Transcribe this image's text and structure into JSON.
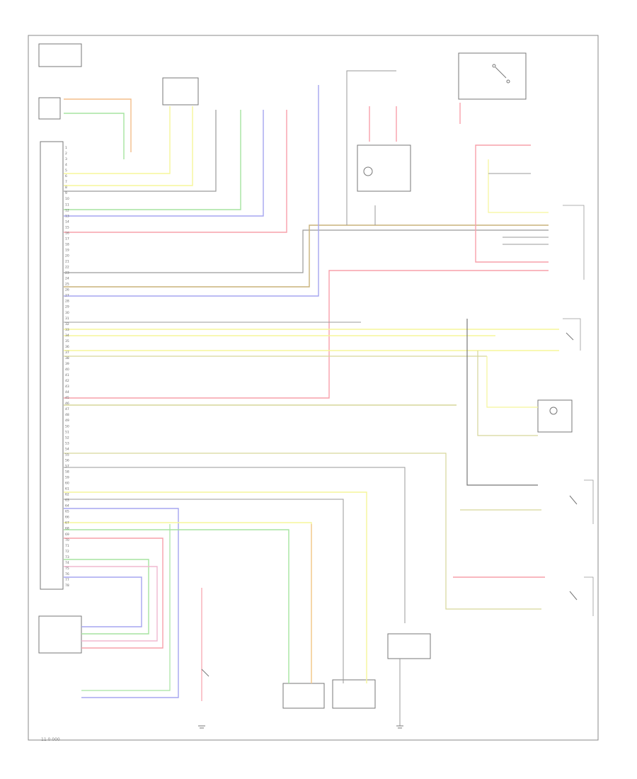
{
  "colors": {
    "red": "#f7a0aa",
    "yellow": "#f5f59a",
    "green": "#a6e3a0",
    "blue": "#a6a6f0",
    "orange": "#f3bd8a",
    "gray": "#9a9a9a",
    "brown": "#c9b27a",
    "olive": "#d6d69a",
    "pink": "#f0b8cf",
    "dark": "#777777"
  },
  "connector_pins": [
    "1",
    "2",
    "3",
    "4",
    "5",
    "6",
    "7",
    "8",
    "9",
    "10",
    "11",
    "12",
    "13",
    "14",
    "15",
    "16",
    "17",
    "18",
    "19",
    "20",
    "21",
    "22",
    "23",
    "24",
    "25",
    "26",
    "27",
    "28",
    "29",
    "30",
    "31",
    "32",
    "33",
    "34",
    "35",
    "36",
    "37",
    "38",
    "39",
    "40",
    "41",
    "42",
    "43",
    "44",
    "45",
    "46",
    "47",
    "48",
    "49",
    "50",
    "51",
    "52",
    "53",
    "54",
    "55",
    "56",
    "57",
    "58",
    "59",
    "60",
    "61",
    "62",
    "63",
    "64",
    "65",
    "66",
    "67",
    "68",
    "69",
    "70",
    "71",
    "72",
    "73",
    "74",
    "75",
    "76",
    "77",
    "78"
  ],
  "footer_code": "11 0 000"
}
